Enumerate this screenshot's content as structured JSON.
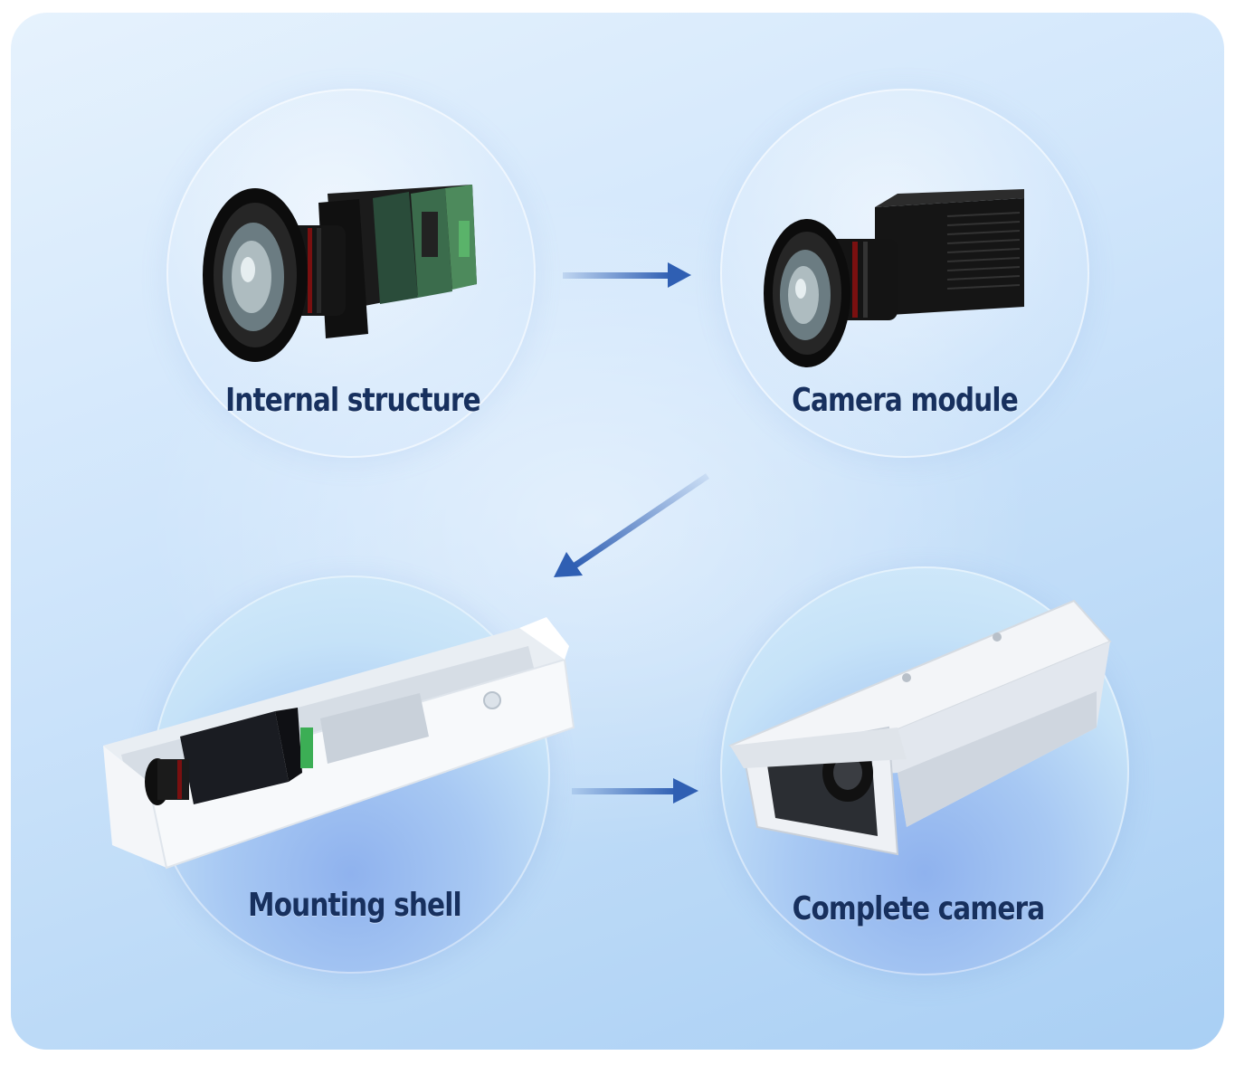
{
  "steps": [
    {
      "label": "Internal structure",
      "icon": "camera-board-icon"
    },
    {
      "label": "Camera module",
      "icon": "camera-module-icon"
    },
    {
      "label": "Mounting shell",
      "icon": "open-housing-icon"
    },
    {
      "label": "Complete camera",
      "icon": "enclosed-camera-icon"
    }
  ],
  "colors": {
    "label": "#17305e",
    "arrow": "#2f5fb3",
    "background": "#cfe5fb"
  }
}
